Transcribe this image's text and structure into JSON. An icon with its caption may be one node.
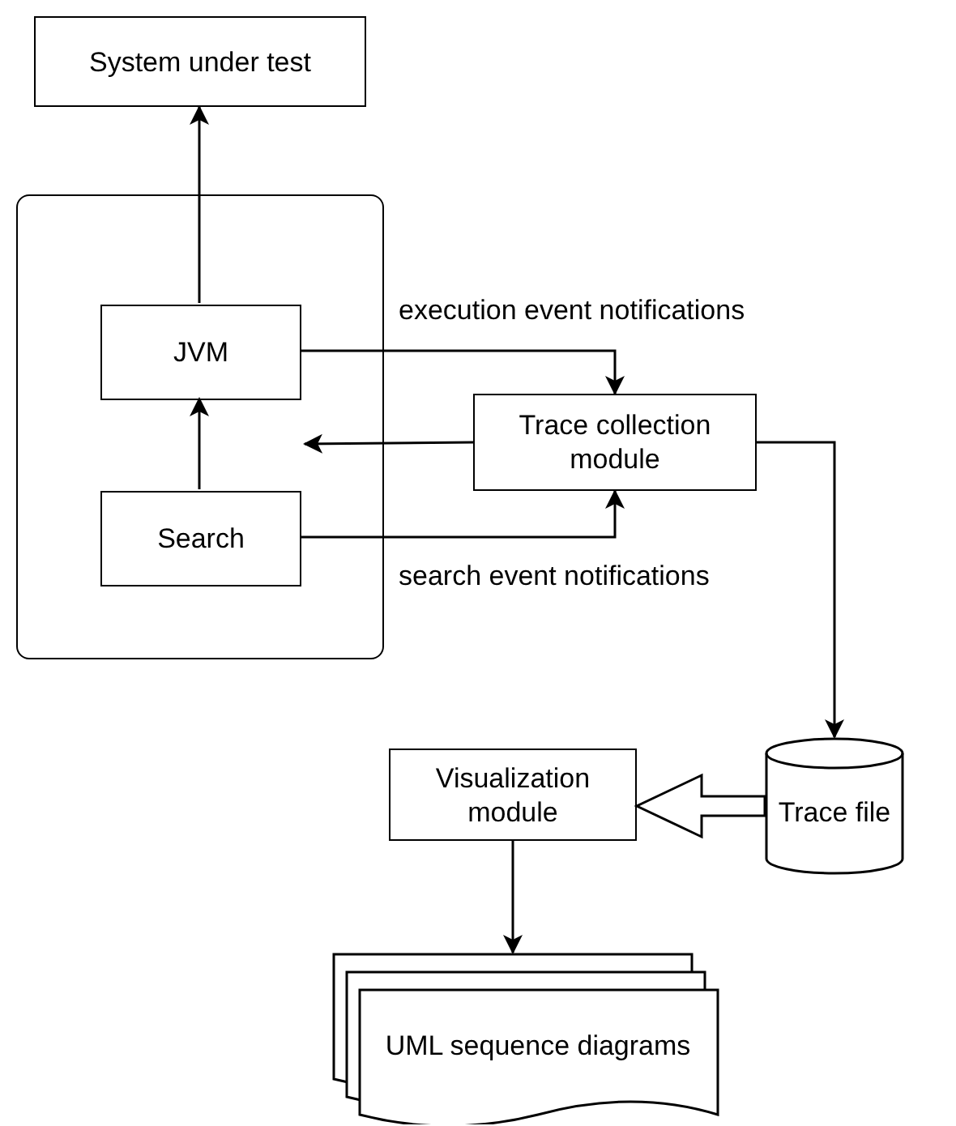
{
  "diagram": {
    "nodes": [
      {
        "text": [
          "System under test"
        ]
      },
      {
        "text": [],
        "shape": "box"
      },
      {
        "text": [
          "JVM"
        ],
        "in": 1
      },
      {
        "text": [
          "Search"
        ],
        "in": 1
      },
      {
        "text": [
          "Trace collection module"
        ]
      },
      {
        "text": [
          "Trace file"
        ]
      },
      {
        "text": [
          "Visualization module"
        ]
      },
      {
        "text": [
          "UML sequence diagrams"
        ]
      }
    ],
    "edges": [
      {
        "from": 2,
        "to": 0,
        "arrow": "to"
      },
      {
        "from": 3,
        "to": 2,
        "arrow": "to"
      },
      {
        "from": 2,
        "to": 4,
        "arrow": "to",
        "label": "execution event notifications"
      },
      {
        "from": 3,
        "to": 4,
        "arrow": "to",
        "label": "search event notifications"
      },
      {
        "from": 4,
        "to": null,
        "arrow": "to"
      },
      {
        "from": 4,
        "to": 5,
        "arrow": "to"
      },
      {
        "from": 5,
        "to": 6,
        "arrow": "to",
        "style": "thick"
      },
      {
        "from": 6,
        "to": 7,
        "arrow": "to"
      }
    ]
  }
}
